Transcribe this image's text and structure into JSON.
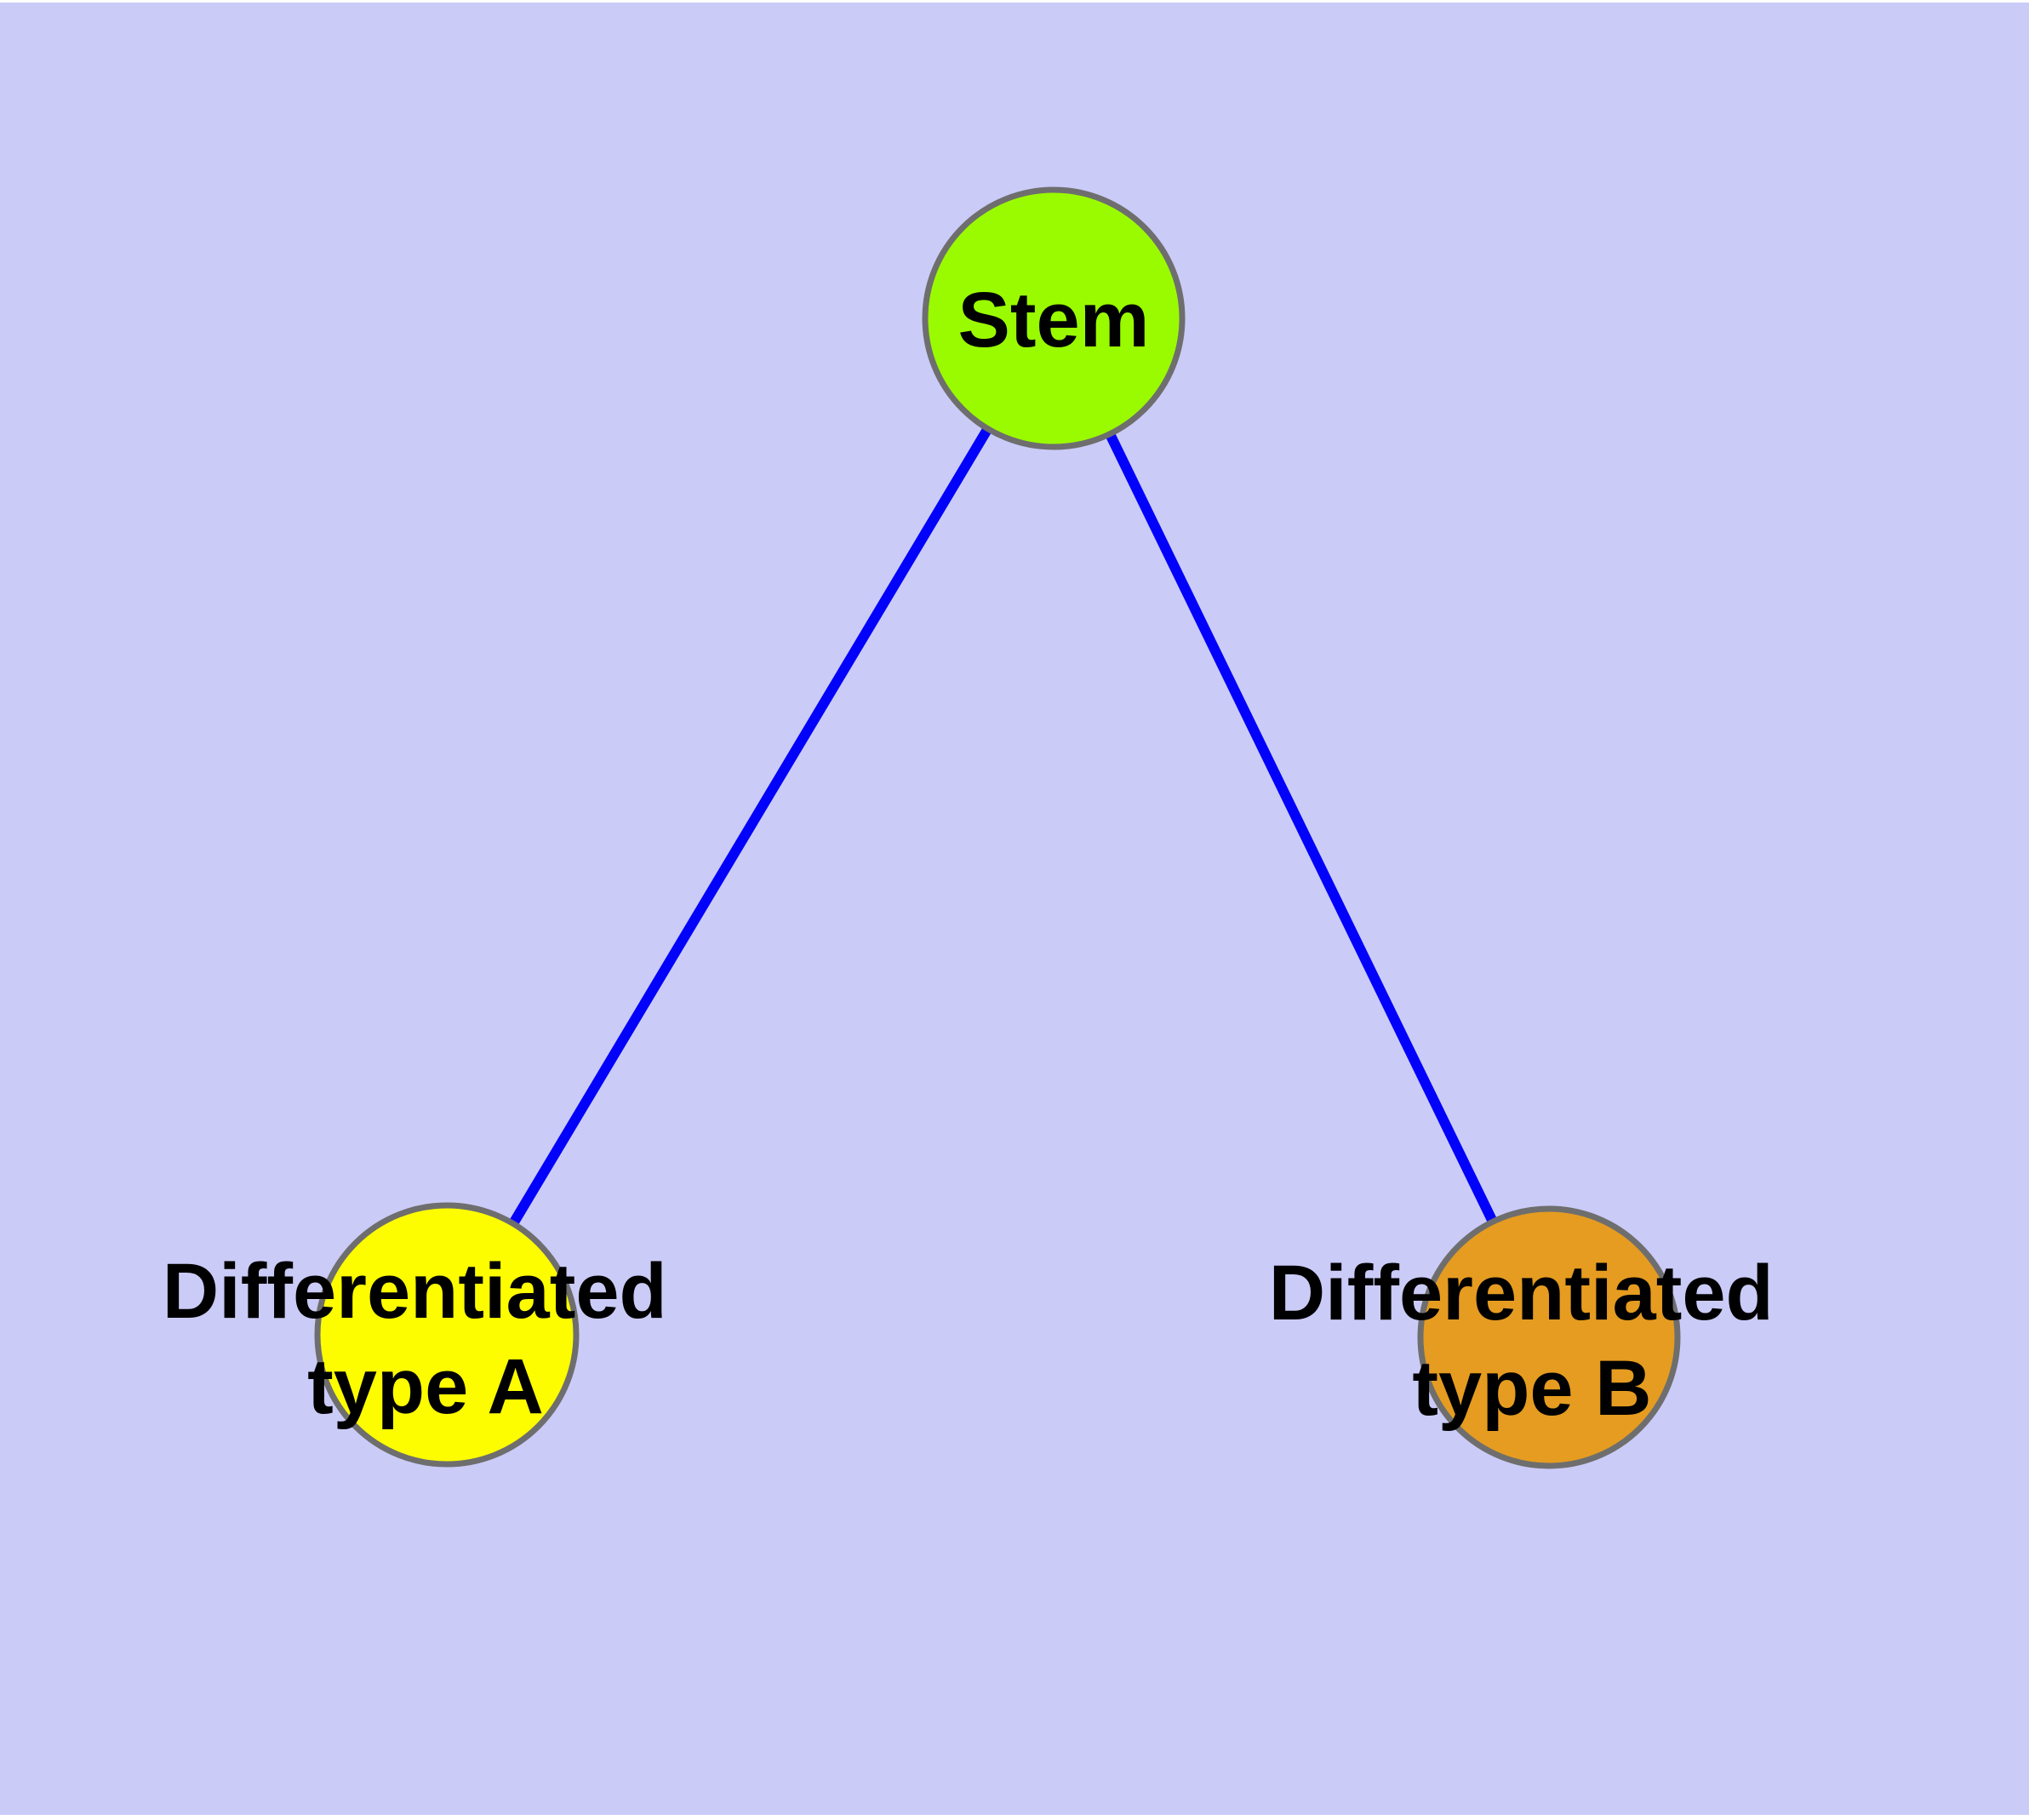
{
  "diagram": {
    "description": "Graph of stem cell differentiation: one stem node with two differentiated daughter types",
    "background_color": "#cbcbf8",
    "page_margin_color": "#ffffff",
    "edge_color": "#0202fa",
    "node_stroke_color": "#6e6e6e",
    "label_color": "#000000",
    "nodes": [
      {
        "id": "stem",
        "label": "Stem",
        "label_lines": [
          "Stem"
        ],
        "fill": "#9afb00"
      },
      {
        "id": "differentiated-type-a",
        "label": "Differentiated type A",
        "label_lines": [
          "Differentiated",
          "type A"
        ],
        "fill": "#fdfd00"
      },
      {
        "id": "differentiated-type-b",
        "label": "Differentiated type B",
        "label_lines": [
          "Differentiated",
          "type B"
        ],
        "fill": "#e59c20"
      }
    ],
    "edges": [
      {
        "from": "Stem",
        "to": "Differentiated type A"
      },
      {
        "from": "Stem",
        "to": "Differentiated type B"
      }
    ]
  }
}
